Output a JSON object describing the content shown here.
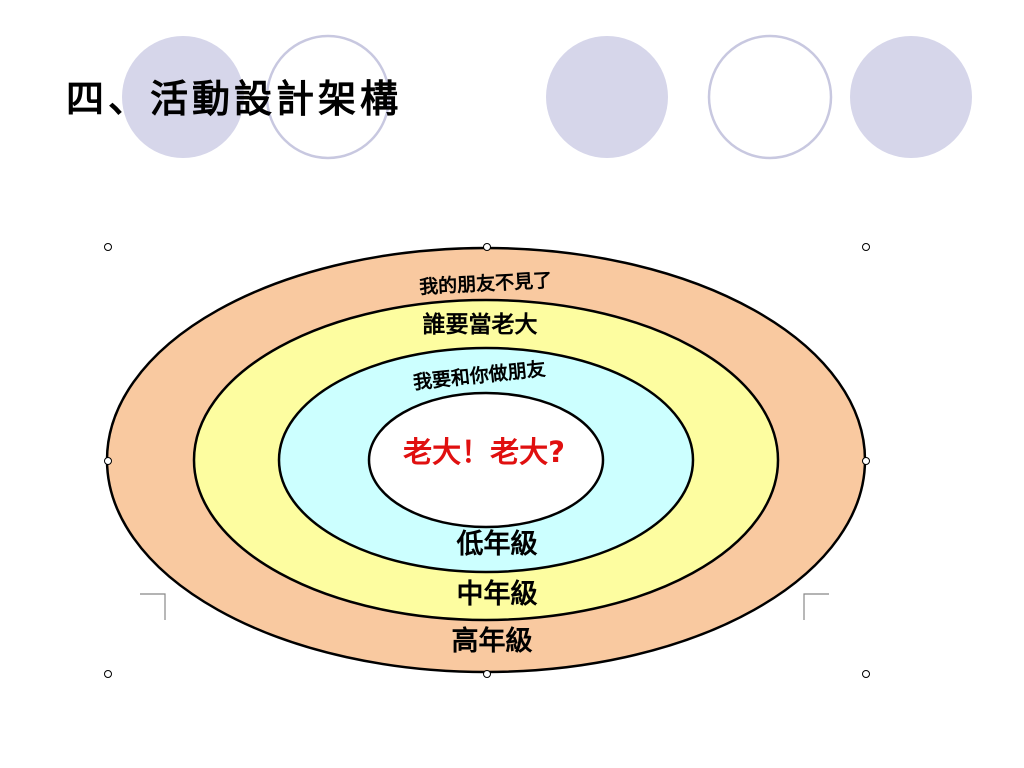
{
  "title": "四、活動設計架構",
  "colors": {
    "circle_fill": "#d6d6ea",
    "circle_stroke": "#c8c8e0",
    "outer_ring": "#f9c9a0",
    "middle_ring": "#fdfda0",
    "inner_ring": "#ccffff",
    "core": "#ffffff",
    "core_text": "#e01010",
    "outline": "#000000"
  },
  "rings": {
    "outer": {
      "activity": "我的朋友不見了",
      "grade": "高年級"
    },
    "middle": {
      "activity": "誰要當老大",
      "grade": "中年級"
    },
    "inner": {
      "activity": "我要和你做朋友",
      "grade": "低年級"
    },
    "core": {
      "label": "老大！老大?"
    }
  }
}
